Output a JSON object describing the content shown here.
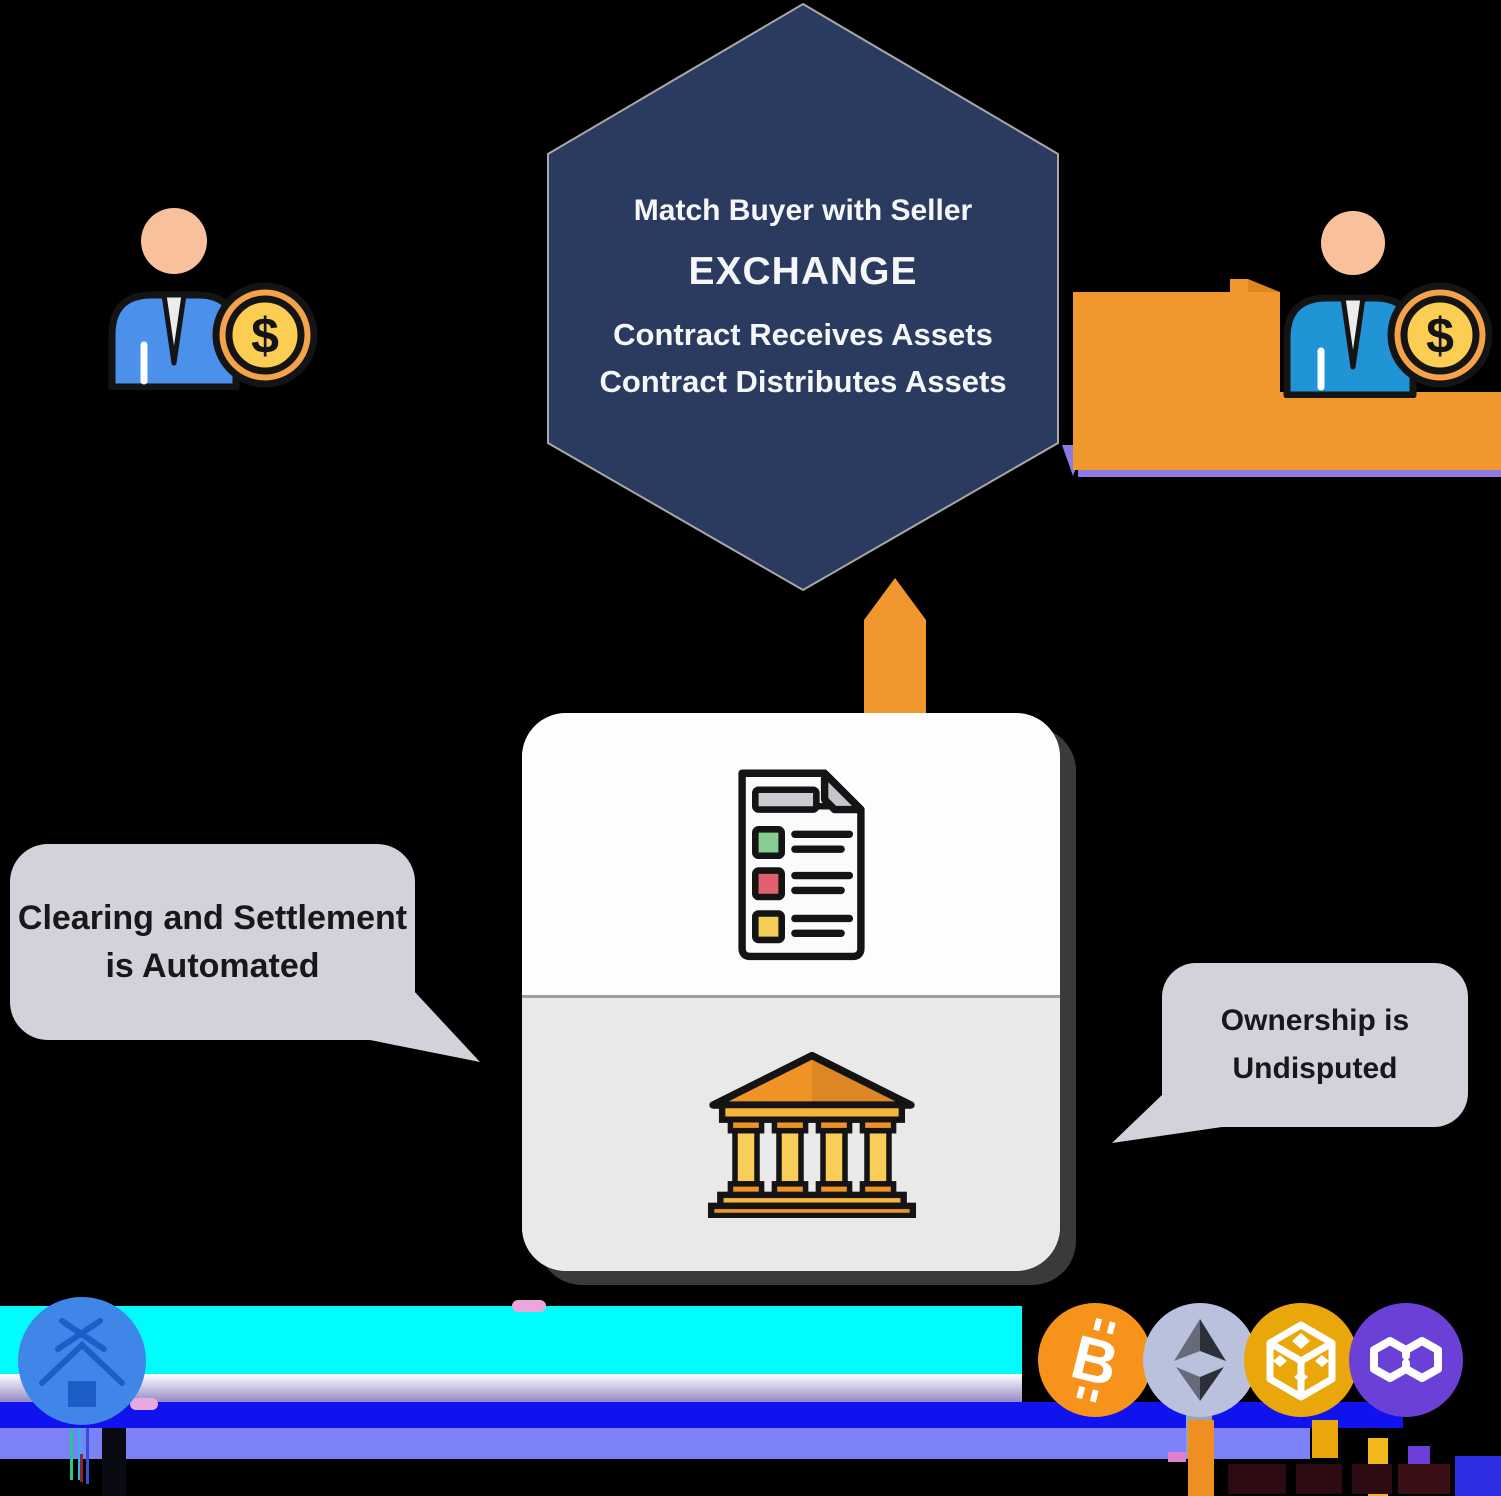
{
  "hexagon": {
    "line1": "Match Buyer with Seller",
    "title": "EXCHANGE",
    "line2": "Contract Receives Assets",
    "line3": "Contract Distributes Assets"
  },
  "bubbles": {
    "left_line1": "Clearing and Settlement",
    "left_line2": "is Automated",
    "right_line1": "Ownership is",
    "right_line2": "Undisputed"
  },
  "symbols": {
    "dollar": "$",
    "bitcoin": "B"
  },
  "icons": {
    "buyer": "businessman-with-dollar-coin-icon",
    "seller": "businessman-with-dollar-coin-icon",
    "contract_document": "checklist-document-icon",
    "institution": "bank-building-icon",
    "left_token": "blue-crypto-token-icon",
    "token_row": [
      "bitcoin-icon",
      "ethereum-icon",
      "bnb-icon",
      "polygon-icon"
    ]
  },
  "colors": {
    "bg": "#000000",
    "navy": "#2b3a5f",
    "hexborder": "#a8a8a8",
    "whitetext": "#f5f6f8",
    "orange": "#f0982d",
    "orangedark": "#dd861e",
    "purple": "#8f79e2",
    "cyan": "#00fdfd",
    "blueband": "#1113ef",
    "periwinkle": "#7d81f7",
    "bluecorner": "#2d2de5",
    "bubble": "#d2d3da",
    "bubbletext": "#17171c",
    "cardwhite": "#fdfdfe",
    "cardgray": "#e9e9ea",
    "divider": "#9b9ea3",
    "suitleft": "#4b90ea",
    "suitright": "#2194d6",
    "skin": "#f8c19b",
    "tie": "#edecec",
    "outline": "#141414",
    "coinring": "#f5a34b",
    "coinface": "#fbcd52",
    "roof": "#ef9327",
    "gold": "#f6b63c",
    "shaft": "#f8cd5a",
    "docgray": "#cfc9d1",
    "green": "#83ce90",
    "red": "#e0606e",
    "yellow": "#f2cd58",
    "btc": "#f7931a",
    "ethbg": "#b9c1dd",
    "ethdark": "#2d2f39",
    "ethlight": "#666b7a",
    "bnb": "#e9a70c",
    "polygon": "#6b40d6",
    "bluetoken": "#4086e8",
    "bluetokenglyph": "#1d5dc8"
  }
}
